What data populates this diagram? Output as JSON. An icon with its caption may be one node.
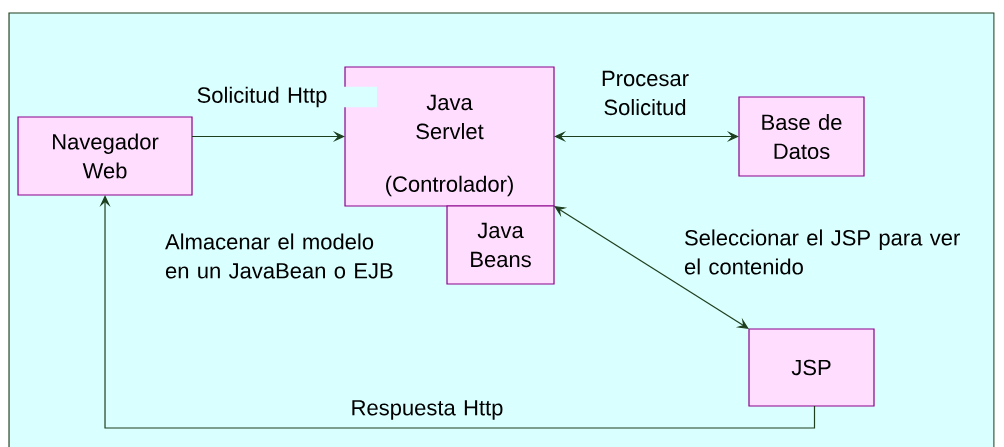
{
  "diagram": {
    "nodes": [
      {
        "text": [
          "Navegador Web"
        ]
      },
      {
        "text": [
          "Java Servlet",
          "(Controlador)"
        ]
      },
      {
        "text": [
          "Base de Datos"
        ]
      },
      {
        "text": [
          "Java Beans"
        ]
      },
      {
        "text": [
          "JSP"
        ]
      }
    ],
    "edges": [
      {
        "from": 0,
        "to": 1,
        "arrow": "to",
        "label": "Solicitud Http"
      },
      {
        "from": 1,
        "to": 2,
        "arrow": "both",
        "label": "Procesar Solicitud"
      },
      {
        "from": 1,
        "to": 4,
        "arrow": "both",
        "label": "Seleccionar el JSP para ver el contenido"
      },
      {
        "from": 4,
        "to": 0,
        "arrow": "to",
        "label": "Respuesta Http"
      }
    ],
    "labels": [
      "Almacenar el modelo en un JavaBean o EJB"
    ]
  }
}
